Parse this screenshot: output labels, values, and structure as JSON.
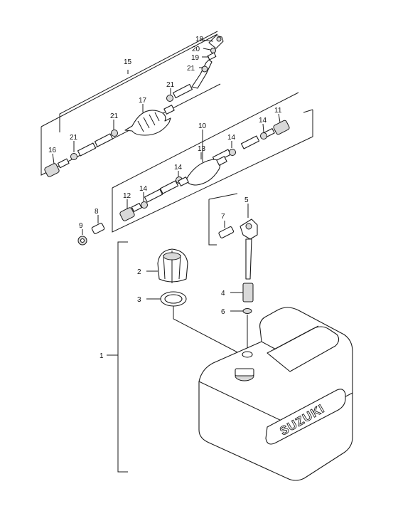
{
  "labels": {
    "p1": "1",
    "p2": "2",
    "p3": "3",
    "p4": "4",
    "p5": "5",
    "p6": "6",
    "p7": "7",
    "p8": "8",
    "p9": "9",
    "p10": "10",
    "p11": "11",
    "p12": "12",
    "p13": "13",
    "p14a": "14",
    "p14b": "14",
    "p14c": "14",
    "p14d": "14",
    "p15": "15",
    "p16": "16",
    "p17": "17",
    "p18": "18",
    "p19": "19",
    "p20": "20",
    "p21a": "21",
    "p21b": "21",
    "p21c": "21",
    "p21d": "21"
  },
  "tank_brand": "SUZUKI"
}
